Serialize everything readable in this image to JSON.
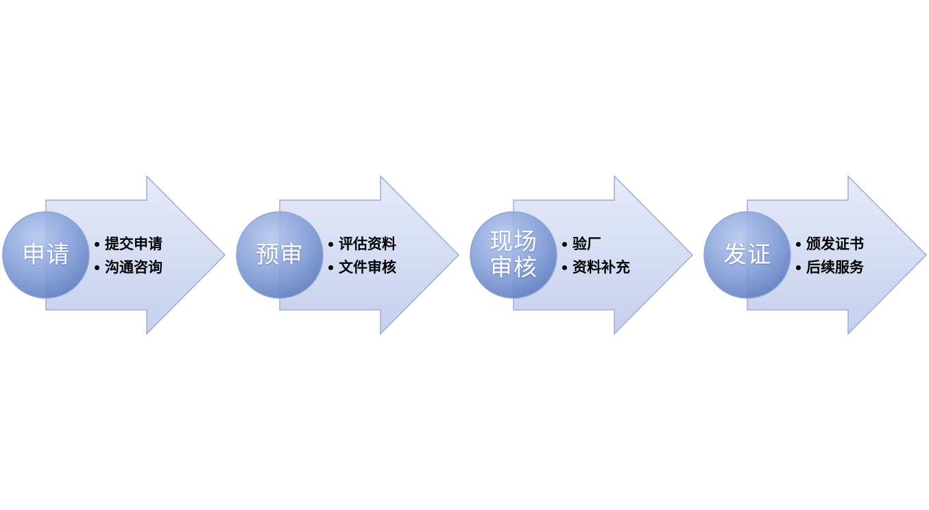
{
  "steps": [
    {
      "title_lines": [
        "申请"
      ],
      "items": [
        "提交申请",
        "沟通咨询"
      ]
    },
    {
      "title_lines": [
        "预审"
      ],
      "items": [
        "评估资料",
        "文件审核"
      ]
    },
    {
      "title_lines": [
        "现场",
        "审核"
      ],
      "items": [
        "验厂",
        "资料补充"
      ]
    },
    {
      "title_lines": [
        "发证"
      ],
      "items": [
        "颁发证书",
        "后续服务"
      ]
    }
  ],
  "colors": {
    "arrow_fill_light": "#e3e8f8",
    "arrow_fill_dark": "#c9d2ef",
    "arrow_stroke": "#9aa8cf",
    "circle_light": "#a9bde8",
    "circle_dark": "#5f7fc4",
    "circle_stroke": "#8ea4d6"
  }
}
